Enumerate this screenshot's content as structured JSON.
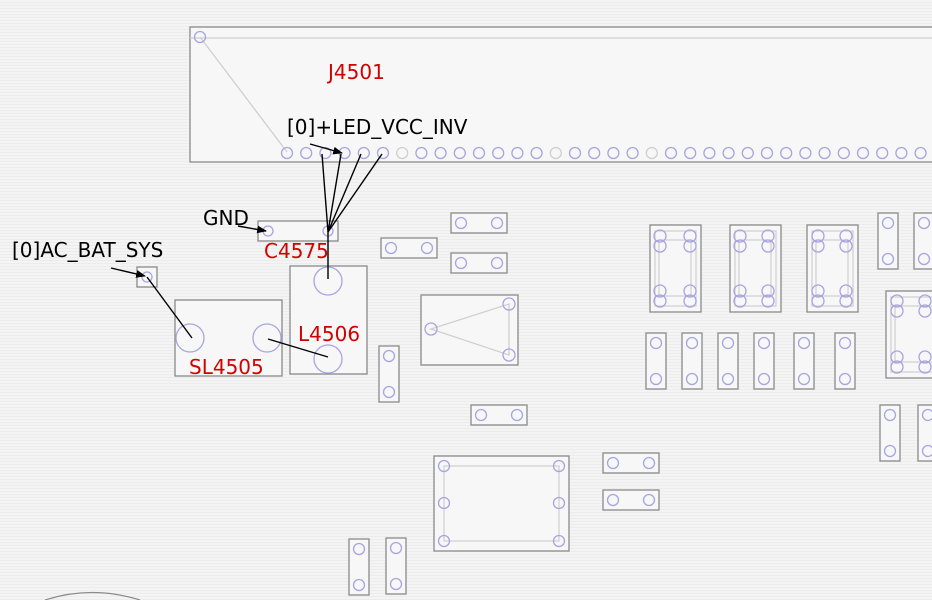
{
  "refdes": {
    "j4501": "J4501",
    "c4575": "C4575",
    "l4506": "L4506",
    "sl4505": "SL4505"
  },
  "nets": {
    "led_vcc": "[0]+LED_VCC_INV",
    "gnd": "GND",
    "ac_bat_sys": "[0]AC_BAT_SYS"
  },
  "colors": {
    "refdes_text": "#d40000",
    "net_text": "#000000",
    "pad_outline": "#a9a4e0",
    "component_outline": "#8a8a8a"
  }
}
